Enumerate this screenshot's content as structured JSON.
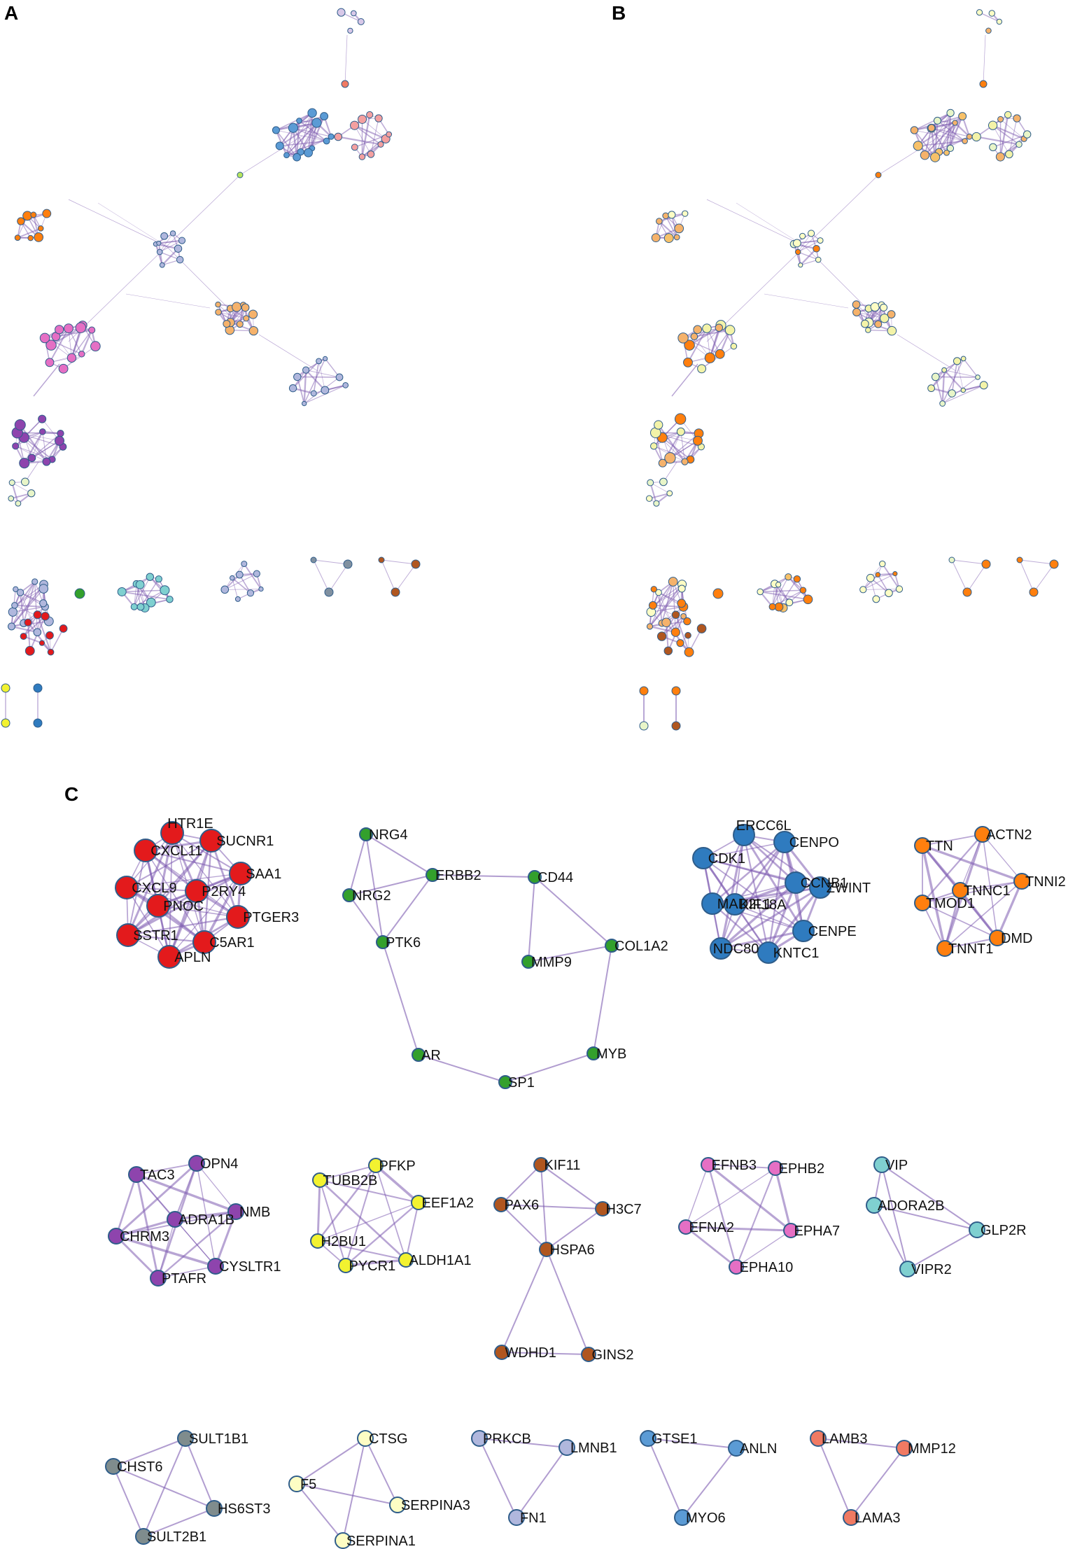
{
  "panel_labels": {
    "A": "A",
    "B": "B",
    "C": "C"
  },
  "style": {
    "edge_color": "#7d5bb0",
    "node_stroke": "#2f5d8a",
    "colors": {
      "red": "#e31a1c",
      "green": "#33a02c",
      "blue": "#2f7bbf",
      "orange": "#ff7f0e",
      "purple": "#8e44ad",
      "yellow": "#f2f230",
      "brown": "#b0561f",
      "pink": "#e56fc4",
      "cyan": "#7fd0d0",
      "gray": "#7f8c8d",
      "paleyellow": "#fdfdc4",
      "lavender": "#b0b7dd",
      "steelblue": "#5b9bd5",
      "salmon": "#f07a63",
      "peach": "#f5b26b",
      "lightorange": "#f7c169",
      "lightyellow": "#f3f3a8",
      "palegreen": "#e8f5c8",
      "lightsalmon": "#f4a0a0",
      "lightpurple": "#d8c8e8",
      "lime": "#b8e65c",
      "slate": "#8090a0"
    }
  },
  "panel_c": {
    "modules": [
      {
        "color": "red",
        "genes": [
          "HTR1E",
          "SUCNR1",
          "CXCL11",
          "SAA1",
          "CXCL9",
          "P2RY4",
          "PNOC",
          "PTGER3",
          "SSTR1",
          "C5AR1",
          "APLN"
        ]
      },
      {
        "color": "green",
        "genes": [
          "NRG4",
          "ERBB2",
          "CD44",
          "NRG2",
          "PTK6",
          "MMP9",
          "COL1A2",
          "AR",
          "MYB",
          "SP1"
        ]
      },
      {
        "color": "blue",
        "genes": [
          "ERCC6L",
          "CDK1",
          "CENPO",
          "CCNB1",
          "ZWINT",
          "MAD2L1",
          "KIF18A",
          "CENPE",
          "NDC80",
          "KNTC1"
        ]
      },
      {
        "color": "orange",
        "genes": [
          "TTN",
          "ACTN2",
          "TNNI2",
          "TMOD1",
          "TNNC1",
          "DMD",
          "TNNT1"
        ]
      },
      {
        "color": "purple",
        "genes": [
          "TAC3",
          "OPN4",
          "ADRA1B",
          "NMB",
          "CHRM3",
          "CYSLTR1",
          "PTAFR"
        ]
      },
      {
        "color": "yellow",
        "genes": [
          "PFKP",
          "TUBB2B",
          "EEF1A2",
          "H2BU1",
          "ALDH1A1",
          "PYCR1"
        ]
      },
      {
        "color": "brown",
        "genes": [
          "KIF11",
          "PAX6",
          "H3C7",
          "HSPA6",
          "WDHD1",
          "GINS2"
        ]
      },
      {
        "color": "pink",
        "genes": [
          "EFNB3",
          "EPHB2",
          "EFNA2",
          "EPHA7",
          "EPHA10"
        ]
      },
      {
        "color": "cyan",
        "genes": [
          "VIP",
          "ADORA2B",
          "GLP2R",
          "VIPR2"
        ]
      },
      {
        "color": "gray",
        "genes": [
          "SULT1B1",
          "CHST6",
          "HS6ST3",
          "SULT2B1"
        ]
      },
      {
        "color": "paleyellow",
        "genes": [
          "CTSG",
          "F5",
          "SERPINA3",
          "SERPINA1"
        ]
      },
      {
        "color": "lavender",
        "genes": [
          "PRKCB",
          "LMNB1",
          "FN1"
        ]
      },
      {
        "color": "steelblue",
        "genes": [
          "GTSE1",
          "ANLN",
          "MYO6"
        ]
      },
      {
        "color": "salmon",
        "genes": [
          "LAMB3",
          "MMP12",
          "LAMA3"
        ]
      }
    ]
  }
}
